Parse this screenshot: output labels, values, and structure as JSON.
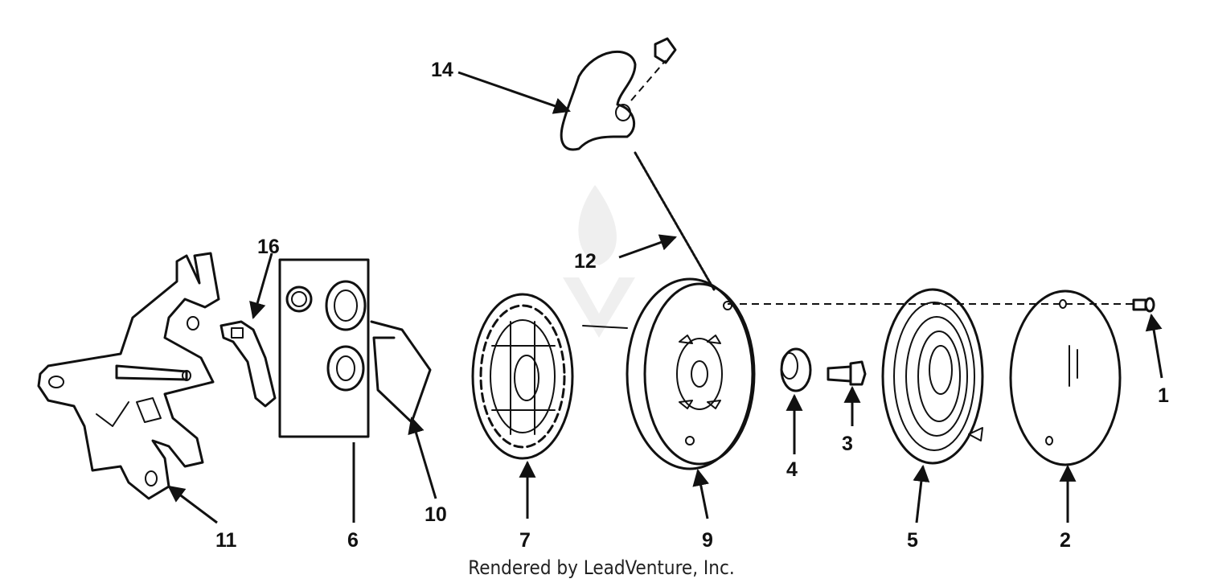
{
  "diagram": {
    "callouts": [
      {
        "id": "1",
        "text": "1"
      },
      {
        "id": "2",
        "text": "2"
      },
      {
        "id": "3",
        "text": "3"
      },
      {
        "id": "4",
        "text": "4"
      },
      {
        "id": "5",
        "text": "5"
      },
      {
        "id": "6",
        "text": "6"
      },
      {
        "id": "7",
        "text": "7"
      },
      {
        "id": "9",
        "text": "9"
      },
      {
        "id": "10",
        "text": "10"
      },
      {
        "id": "11",
        "text": "11"
      },
      {
        "id": "12",
        "text": "12"
      },
      {
        "id": "14",
        "text": "14"
      },
      {
        "id": "16",
        "text": "16"
      }
    ],
    "credit": "Rendered by LeadVenture, Inc."
  }
}
